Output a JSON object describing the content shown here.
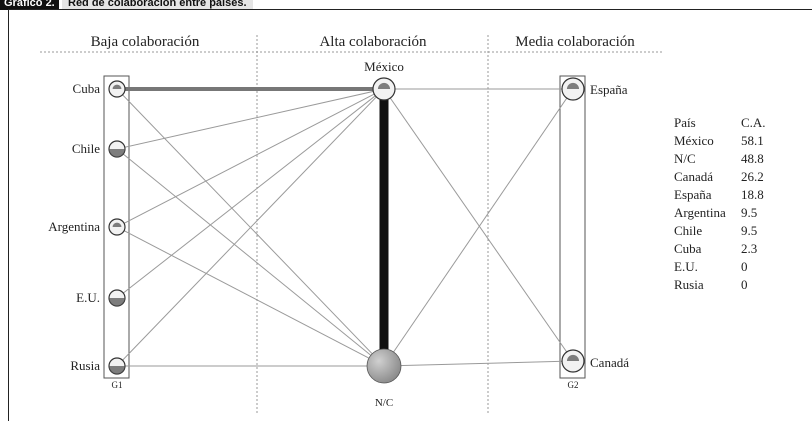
{
  "header": {
    "figure_label": "Gráfico 2.",
    "figure_title": "Red de colaboración entre países."
  },
  "columns": {
    "low": "Baja colaboración",
    "high": "Alta colaboración",
    "medium": "Media colaboración"
  },
  "groups": {
    "g1": "G1",
    "g2": "G2"
  },
  "nodes": [
    {
      "id": "cuba",
      "label": "Cuba"
    },
    {
      "id": "chile",
      "label": "Chile"
    },
    {
      "id": "argentina",
      "label": "Argentina"
    },
    {
      "id": "eu",
      "label": "E.U."
    },
    {
      "id": "rusia",
      "label": "Rusia"
    },
    {
      "id": "mexico",
      "label": "México"
    },
    {
      "id": "nc",
      "label": "N/C"
    },
    {
      "id": "espana",
      "label": "España"
    },
    {
      "id": "canada",
      "label": "Canadá"
    }
  ],
  "edges": [
    {
      "from": "cuba",
      "to": "mexico",
      "weight": "thick"
    },
    {
      "from": "mexico",
      "to": "nc",
      "weight": "heavy"
    },
    {
      "from": "cuba",
      "to": "nc",
      "weight": "thin"
    },
    {
      "from": "chile",
      "to": "mexico",
      "weight": "thin"
    },
    {
      "from": "chile",
      "to": "nc",
      "weight": "thin"
    },
    {
      "from": "argentina",
      "to": "mexico",
      "weight": "thin"
    },
    {
      "from": "argentina",
      "to": "nc",
      "weight": "thin"
    },
    {
      "from": "eu",
      "to": "mexico",
      "weight": "thin"
    },
    {
      "from": "rusia",
      "to": "mexico",
      "weight": "thin"
    },
    {
      "from": "rusia",
      "to": "nc",
      "weight": "thin"
    },
    {
      "from": "mexico",
      "to": "espana",
      "weight": "thin"
    },
    {
      "from": "mexico",
      "to": "canada",
      "weight": "thin"
    },
    {
      "from": "nc",
      "to": "espana",
      "weight": "thin"
    },
    {
      "from": "nc",
      "to": "canada",
      "weight": "thin"
    }
  ],
  "table": {
    "headers": [
      "País",
      "C.A."
    ],
    "rows": [
      [
        "México",
        "58.1"
      ],
      [
        "N/C",
        "48.8"
      ],
      [
        "Canadá",
        "26.2"
      ],
      [
        "España",
        "18.8"
      ],
      [
        "Argentina",
        "9.5"
      ],
      [
        "Chile",
        "9.5"
      ],
      [
        "Cuba",
        "2.3"
      ],
      [
        "E.U.",
        "0"
      ],
      [
        "Rusia",
        "0"
      ]
    ]
  },
  "colors": {
    "edge": "#9a9a9a",
    "strong_edge": "#111111",
    "cuba_mexico_edge": "#777777",
    "node_fill": "#f2f2f2",
    "node_dark": "#555555",
    "nc_node": "#8a8a8a",
    "divider": "#999999",
    "group_box": "#555555",
    "text": "#222222"
  },
  "icons": {
    "cuba": "flag-cuba-icon",
    "chile": "flag-chile-icon",
    "argentina": "flag-argentina-icon",
    "eu": "flag-usa-icon",
    "rusia": "flag-russia-icon",
    "mexico": "flag-mexico-icon",
    "espana": "flag-spain-icon",
    "canada": "flag-canada-icon",
    "nc": "sphere-icon"
  }
}
